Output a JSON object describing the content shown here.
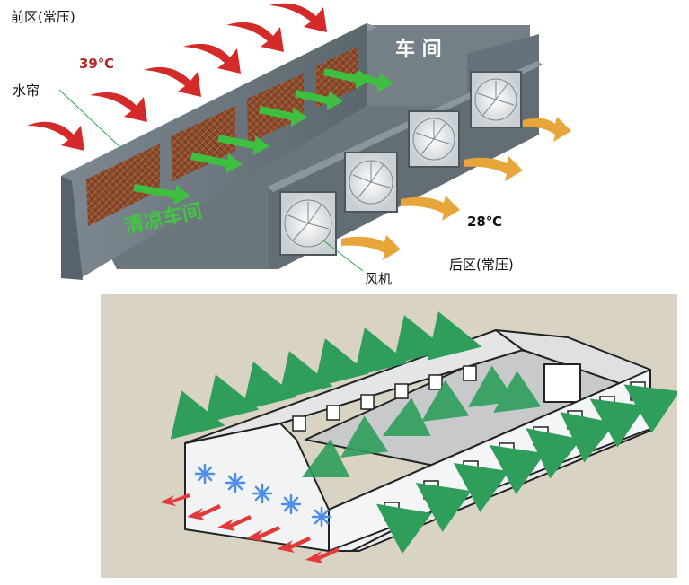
{
  "top": {
    "front_zone": "前区(常压)",
    "front_temp": "39℃",
    "water_curtain": "水帘",
    "workshop": "车 间",
    "cool_workshop": "清凉车间",
    "back_temp": "28℃",
    "back_zone": "后区(常压)",
    "fan": "风机"
  },
  "colors": {
    "hot_arrow": "#d42a2a",
    "cool_arrow": "#3fbf3f",
    "exhaust_arrow": "#e8a53a",
    "pad": "#8b4a2c",
    "building": "#6d7880",
    "bottom_bg": "#d8d3c3",
    "bottom_green_arrow": "#2e9e5a",
    "bottom_red_arrow": "#e23a3a",
    "snowflake": "#4d8ee8"
  }
}
